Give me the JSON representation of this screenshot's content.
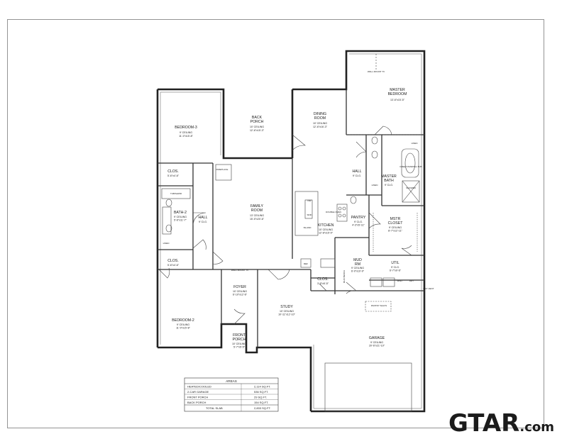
{
  "rooms": [
    {
      "name_lines": [
        "BEDROOM-3"
      ],
      "sub_lines": [
        "9' CEILING",
        "11'-0\"x15'-8\""
      ]
    },
    {
      "name_lines": [
        "BACK",
        "PORCH"
      ],
      "sub_lines": [
        "10' CEILING",
        "12'-6\"x15'-3\""
      ]
    },
    {
      "name_lines": [
        "DINING",
        "ROOM"
      ],
      "sub_lines": [
        "10' CEILING",
        "12'-6\"x16'-3\""
      ]
    },
    {
      "name_lines": [
        "MASTER",
        "BEDROOM"
      ],
      "sub_lines": [
        "13'-6\"x15'-5\""
      ]
    },
    {
      "name_lines": [
        "FAMILY",
        "ROOM"
      ],
      "sub_lines": [
        "13' CEILING",
        "15'-5\"x20'-6\""
      ]
    },
    {
      "name_lines": [
        "BATH-2"
      ],
      "sub_lines": [
        "9' CEILING",
        "5'-6\"x11'-7\""
      ]
    },
    {
      "name_lines": [
        "HALL"
      ],
      "sub_lines": [
        "9' CLG."
      ]
    },
    {
      "name_lines": [
        "HALL"
      ],
      "sub_lines": [
        "9' CLG."
      ]
    },
    {
      "name_lines": [
        "MASTER",
        "BATH"
      ],
      "sub_lines": [
        "9' CLG."
      ]
    },
    {
      "name_lines": [
        "PANTRY"
      ],
      "sub_lines": [
        "9' CLG.",
        "4'-3\"x5'-11\""
      ]
    },
    {
      "name_lines": [
        "KITCHEN"
      ],
      "sub_lines": [
        "10' CEILING",
        "12'-8\"x15'-0\""
      ]
    },
    {
      "name_lines": [
        "MSTR",
        "CLOSET"
      ],
      "sub_lines": [
        "9' CEILING",
        "8'-7\"x12'-11\""
      ]
    },
    {
      "name_lines": [
        "CLOS."
      ],
      "sub_lines": [
        "5'-6\"x4'-6\""
      ]
    },
    {
      "name_lines": [
        "CLOS."
      ],
      "sub_lines": [
        "5'-6\"x4'-6\""
      ]
    },
    {
      "name_lines": [
        "MUD",
        "RM"
      ],
      "sub_lines": [
        "9' CEILING",
        "6'-0\"x10'-9\""
      ]
    },
    {
      "name_lines": [
        "UTIL"
      ],
      "sub_lines": [
        "9' CLG.",
        "6'-7\"x9'-6\""
      ]
    },
    {
      "name_lines": [
        "FOYER"
      ],
      "sub_lines": [
        "10' CEILING",
        "6'-10\"x12'-6\""
      ]
    },
    {
      "name_lines": [
        "STUDY"
      ],
      "sub_lines": [
        "10' CEILING",
        "10'-11\"x12'-10\""
      ]
    },
    {
      "name_lines": [
        "CLOS."
      ],
      "sub_lines": [
        "3'-5\"x5'-5\""
      ]
    },
    {
      "name_lines": [
        "BEDROOM-2"
      ],
      "sub_lines": [
        "9' CEILING",
        "11'-0\"x15'-8\""
      ]
    },
    {
      "name_lines": [
        "FRONT",
        "PORCH"
      ],
      "sub_lines": [
        "10' CEILING",
        "5'-7\"x5'-5\""
      ]
    },
    {
      "name_lines": [
        "GARAGE"
      ],
      "sub_lines": [
        "9' CEILING",
        "20'-6\"x21'-10\""
      ]
    }
  ],
  "fixtures": [
    {
      "text": "TUB/SHWR"
    },
    {
      "text": "LINEN"
    },
    {
      "text": "LINEN"
    },
    {
      "text": "LINEN"
    },
    {
      "text": "SHOWER"
    },
    {
      "text": "FREE STANDING TUB"
    },
    {
      "text": "DW"
    },
    {
      "text": "SINK"
    },
    {
      "text": "REF"
    },
    {
      "text": "MUD BENCH"
    },
    {
      "text": "WSH"
    },
    {
      "text": "DRY"
    },
    {
      "text": "DRY VENT"
    },
    {
      "text": "WALL MOUNT TV"
    },
    {
      "text": "WALL MOUNT TV"
    },
    {
      "text": "FIREPLACE"
    },
    {
      "text": "ISLAND"
    },
    {
      "text": "DOUBLE OVEN"
    },
    {
      "text": "PANTRY SHLVS"
    }
  ],
  "areas_table": {
    "title": "AREAS",
    "rows": [
      {
        "label": "HEATED/COOLED",
        "value": "2,114 SQ.FT."
      },
      {
        "label": "2-CAR GARAGE",
        "value": "536 SQ.FT."
      },
      {
        "label": "FRONT PORCH",
        "value": "29 SQ.FT."
      },
      {
        "label": "BACK PORCH",
        "value": "154 SQ.FT."
      },
      {
        "label": "TOTAL SLAB",
        "value": "2,833 SQ.FT."
      }
    ]
  },
  "watermark": {
    "text": "GTAR.com"
  }
}
